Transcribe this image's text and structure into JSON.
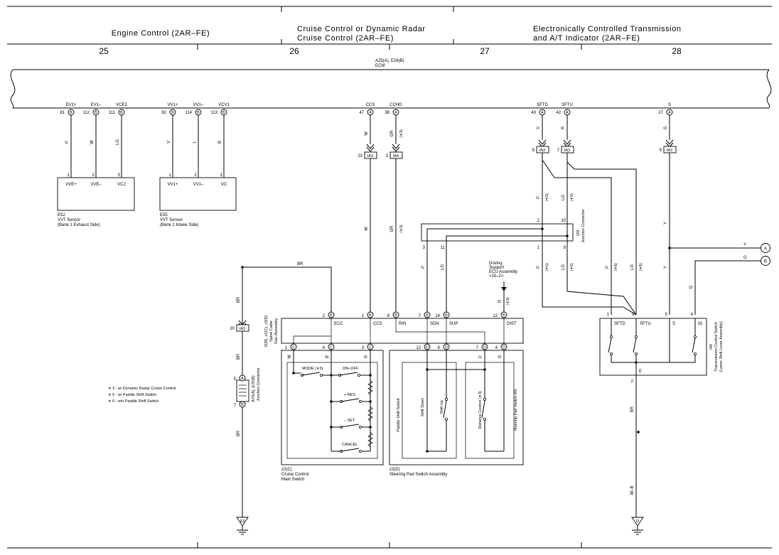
{
  "sections": [
    {
      "title_lines": [
        "Engine Control (2AR–FE)"
      ],
      "column": "25"
    },
    {
      "title_lines": [
        "Cruise Control or Dynamic Radar",
        "Cruise Control (2AR–FE)"
      ],
      "column": "26"
    },
    {
      "title_lines": [],
      "column": "27"
    },
    {
      "title_lines": [
        "Electronically Controlled Transmission",
        "and A/T Indicator (2AR–FE)"
      ],
      "column": "28"
    }
  ],
  "ecm": {
    "codes": "A25(A), E26(B)",
    "name": "ECM"
  },
  "ecm_pins": [
    {
      "name": "EV1+",
      "num": "81",
      "conn": "B",
      "color": "P"
    },
    {
      "name": "EV1–",
      "num": "112",
      "conn": "B",
      "color": "W"
    },
    {
      "name": "VCE1",
      "num": "111",
      "conn": "B",
      "color": "LG"
    },
    {
      "name": "VV1+",
      "num": "82",
      "conn": "B",
      "color": "V"
    },
    {
      "name": "VV1–",
      "num": "114",
      "conn": "B",
      "color": "L"
    },
    {
      "name": "VCV1",
      "num": "113",
      "conn": "B",
      "color": "B"
    },
    {
      "name": "CCS",
      "num": "47",
      "conn": "A",
      "color": "W"
    },
    {
      "name": "CCHG",
      "num": "38",
      "conn": "A",
      "color": "GR"
    },
    {
      "name": "SFTD",
      "num": "43",
      "conn": "A",
      "color": "V"
    },
    {
      "name": "SFTU",
      "num": "42",
      "conn": "A",
      "color": "R"
    },
    {
      "name": "S",
      "num": "27",
      "conn": "A",
      "color": "G"
    }
  ],
  "e52": {
    "code": "E52",
    "name1": "VVT Sensor",
    "name2": "(Bank 1 Exhaust Side)",
    "pins": [
      "VVE+",
      "VVE–",
      "VC2"
    ],
    "nums": [
      "1",
      "2",
      "3"
    ]
  },
  "e55": {
    "code": "E55",
    "name1": "VVT Sensor",
    "name2": "(Bank 1 Intake Side)",
    "pins": [
      "VV1+",
      "VV1–",
      "VC"
    ],
    "nums": [
      "1",
      "2",
      "3"
    ]
  },
  "ia3": "IA3",
  "ia4": "IA4",
  "mark3": "(∗3)",
  "mark5": "(∗5)",
  "mark6": "(∗6)",
  "gr": "GR",
  "w": "W",
  "p": "P",
  "lg": "LG",
  "y": "Y",
  "g": "G",
  "r": "R",
  "br": "BR",
  "wb": "W–B",
  "b": "B",
  "nums": {
    "n23": "23",
    "n3": "3",
    "n8": "8",
    "n7": "7",
    "n9": "9",
    "n2": "2",
    "n10": "10",
    "n11": "11",
    "n1": "1",
    "n20": "20",
    "n5": "5",
    "n12": "12",
    "n14": "14",
    "n4": "4",
    "n6": "6"
  },
  "j26": {
    "code": "J26",
    "name": "Junction Connector"
  },
  "driving": {
    "line1": "Driving",
    "line2": "Support",
    "line3": "ECU Assembly",
    "line4": "<15–2>"
  },
  "spiral": {
    "codes": "I2(B), z2(C), z3(D)",
    "name1": "Spiral Cable",
    "name2": "Sub–Assembly",
    "terms": [
      "ECC",
      "CCS",
      "R/N",
      "SDN",
      "SUP",
      "DIST"
    ]
  },
  "junction": {
    "codes": "A70(A), E70(B)",
    "name": "Junction Connector"
  },
  "main_switch": {
    "code": "z2(C)",
    "name1": "Cruise Control",
    "name2": "Main Switch",
    "mode": "MODE (∗3)",
    "onoff": "ON–OFF",
    "res": "+ RES",
    "set": "– SET",
    "cancel": "CANCEL"
  },
  "steering": {
    "code": "z3(D)",
    "name": "Steering Pad Switch Assembly",
    "paddle": "Paddle Shift Switch",
    "down": "Shift Down",
    "up": "Shift Up",
    "distance": "Distance Control (∗3)",
    "rh": "Steering Pad Switch RH"
  },
  "i44": {
    "code": "I44",
    "name1": "Transmission Control Switch",
    "name2": "(Lower Shift Lever Assembly)",
    "terms": [
      "SFTD",
      "SFTU",
      "S",
      "IG"
    ],
    "e": "E"
  },
  "grounds": {
    "left": "E3",
    "right": "I3"
  },
  "connectors": {
    "a": "A",
    "b": "B"
  },
  "notes": [
    "∗ 3 : w/ Dynamic Radar Cruise Control",
    "∗ 5 : w/ Paddle Shift Switch",
    "∗ 6 : w/o Paddle Shift Switch"
  ]
}
